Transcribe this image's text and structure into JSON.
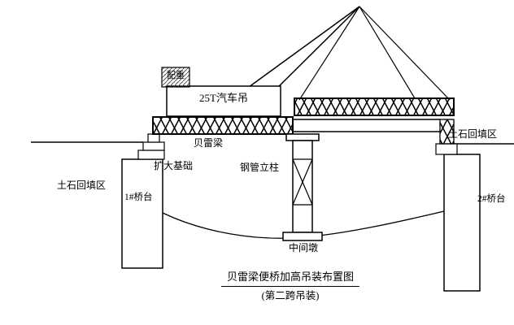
{
  "diagram": {
    "title": "贝雷梁便桥加高吊装布置图",
    "subtitle": "(第二跨吊装)",
    "labels": {
      "counterweight": "配重",
      "crane": "25T汽车吊",
      "bailey_beam": "贝雷梁",
      "spread_foundation": "扩大基础",
      "steel_pipe_column": "钢管立柱",
      "backfill_left": "土石回填区",
      "abutment_1": "1#桥台",
      "backfill_right": "土石回填区",
      "abutment_2": "2#桥台",
      "middle_pier": "中间墩"
    },
    "colors": {
      "line": "#000000",
      "background": "#ffffff"
    }
  }
}
